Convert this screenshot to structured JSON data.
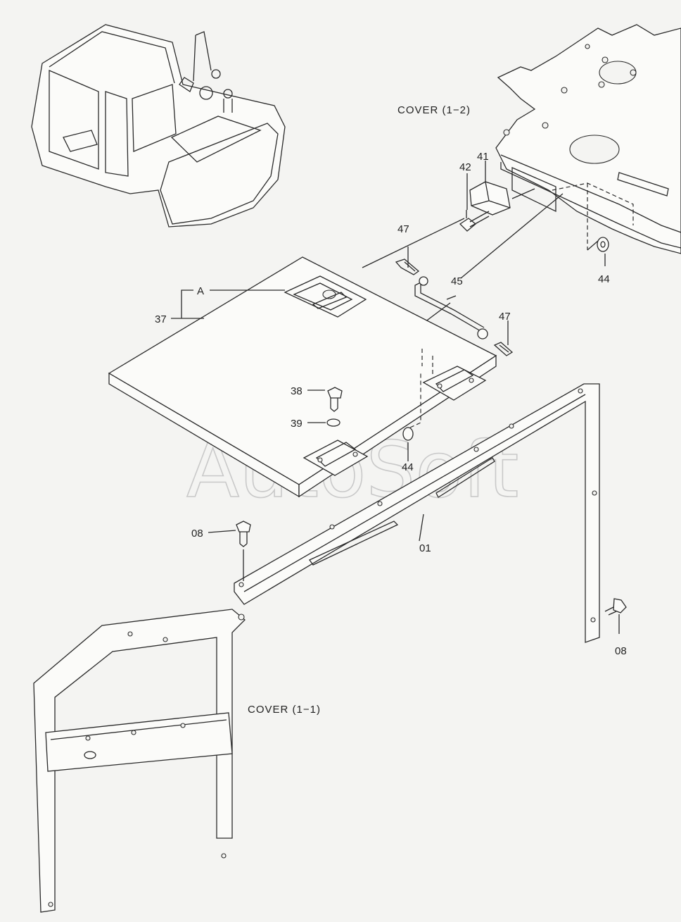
{
  "watermark": "AutoSoft",
  "captions": {
    "cover_1_2": "COVER (1−2)",
    "cover_1_1": "COVER (1−1)"
  },
  "part_labels": {
    "p01": "01",
    "p08a": "08",
    "p08b": "08",
    "p37": "37",
    "pA": "A",
    "p38": "38",
    "p39": "39",
    "p41": "41",
    "p42": "42",
    "p44a": "44",
    "p44b": "44",
    "p45": "45",
    "p47a": "47",
    "p47b": "47"
  }
}
